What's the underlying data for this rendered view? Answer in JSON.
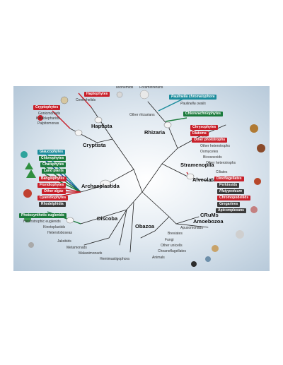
{
  "supergroups": {
    "haptista": "Haptista",
    "cryptista": "Cryptista",
    "rhizaria": "Rhizaria",
    "stramenopila": "Stramenopila",
    "alveolata": "Alveolata",
    "archaeplastida": "Archaeplastida",
    "discoba": "Discoba",
    "obazoa": "Obazoa",
    "crums": "CRuMs",
    "amoebozoa": "Amoebozoa"
  },
  "top": {
    "telonemids": "Telonemids",
    "foraminiferans": "Foraminiferans",
    "paulinella_chromatophora": "Paulinella chromatophora",
    "paulinella_ovalis": "Paulinella ovalis",
    "other_rhizarians": "Other rhizarians",
    "chlorarachniophytes": "Chlorarachniophytes",
    "haptophytes": "Haptophytes",
    "centrohelids": "Centrohelids"
  },
  "left_upper": {
    "cryptophytes": "Cryptophytes",
    "goniomonads": "Goniomonads",
    "katablepharids": "Katablepharids",
    "palpitomonas": "Palpitomonas"
  },
  "archaeplastids": {
    "glaucophytes": "Glaucophytes",
    "chlorophytes": "Chlorophytes",
    "charaphytes": "Charaphytes",
    "land_plants": "Land plants",
    "bangiophytes": "Bangiophytes",
    "floridiophytes": "Floridiophytes",
    "other_algae": "Other algae",
    "cyanidiophytes": "Cyanidiophytes",
    "rhodelphidia": "Rhodelphidia"
  },
  "discoba_items": {
    "photosynthetic_euglenids": "Photosynthetic euglenids",
    "heterotrophic_euglenids": "Heterotrophic euglenids",
    "kinetoplastids": "Kinetoplastids",
    "heteroloboseas": "Heteroloboseas",
    "jakobids": "Jakobids",
    "metamonads": "Metamonads",
    "malawimonads": "Malawimonads",
    "hemimastigophora": "Hemimastigophora"
  },
  "obazoa_items": {
    "apusomonads": "Apusomonads",
    "breviates": "Breviates",
    "fungi": "Fungi",
    "other_unicells": "Other unicells",
    "choanoflagellates": "Choanoflagellates",
    "animals": "Animals"
  },
  "stramenopile_items": {
    "chrysophytes": "Chrysophytes",
    "diatoms": "Diatoms",
    "other_phototrophs": "Other phototrophs",
    "other_heterotrophs_1": "Other heterotrophs",
    "oomycetes": "Oomycetes",
    "bicosoecids": "Bicosoecids",
    "other_heterotrophs_2": "Other heterotrophs"
  },
  "alveolate_items": {
    "ciliates": "Ciliates",
    "dinoflagellates": "Dinoflagellates",
    "perkinsids": "Perkinsids",
    "platyproteum": "Platyproteum",
    "chromopodellids": "Chromopodellids",
    "gregarines": "Gregarines",
    "apicomplexans": "Apicomplexans"
  },
  "colors": {
    "red_plastid": "#c8202a",
    "green_plastid": "#1b7a3c",
    "glaucophyte": "#1c8c9c",
    "non_photosynthetic": "#3c3c3c",
    "branch": "#222222"
  }
}
